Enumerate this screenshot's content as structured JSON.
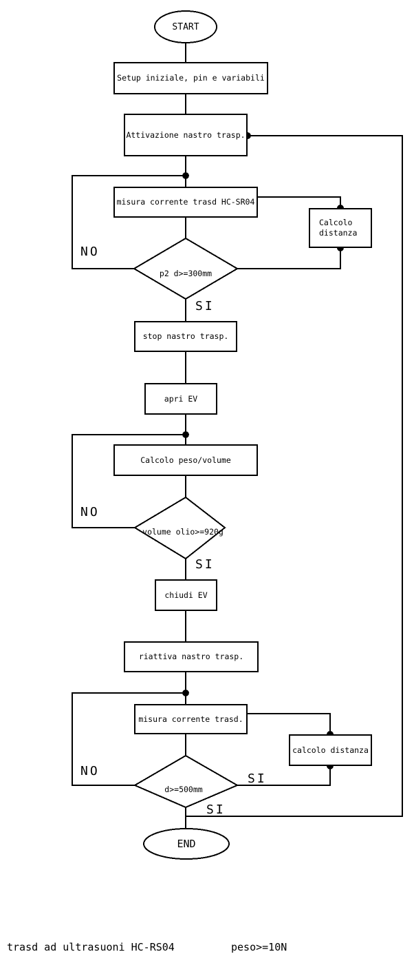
{
  "nodes": {
    "start": "START",
    "setup": "Setup iniziale, pin e variabili",
    "attivazione": "Attivazione nastro trasp.",
    "misura1": "misura corrente trasd HC-SR04",
    "calcolo_distanza1": {
      "line1": "Calcolo",
      "line2": "distanza"
    },
    "decision1": "p2 d>=300mm",
    "stop": "stop nastro trasp.",
    "apri_ev": "apri EV",
    "calcolo_peso": "Calcolo peso/volume",
    "decision2": "volume olio>=920g",
    "chiudi_ev": "chiudi EV",
    "riattiva": "riattiva nastro trasp.",
    "misura2": "misura corrente trasd.",
    "calcolo_distanza2": "calcolo distanza",
    "decision3": "d>=500mm",
    "end": "END"
  },
  "branch_labels": {
    "decision1_no": "NO",
    "decision1_si": "SI",
    "decision2_no": "NO",
    "decision2_si": "SI",
    "decision3_no": "NO",
    "decision3_si_right": "SI",
    "decision3_si_bottom": "SI"
  },
  "footnotes": {
    "left": "trasd ad ultrasuoni HC-RS04",
    "right": "peso>=10N"
  },
  "colors": {
    "background": "#ffffff",
    "stroke": "#000000",
    "text": "#000000"
  }
}
